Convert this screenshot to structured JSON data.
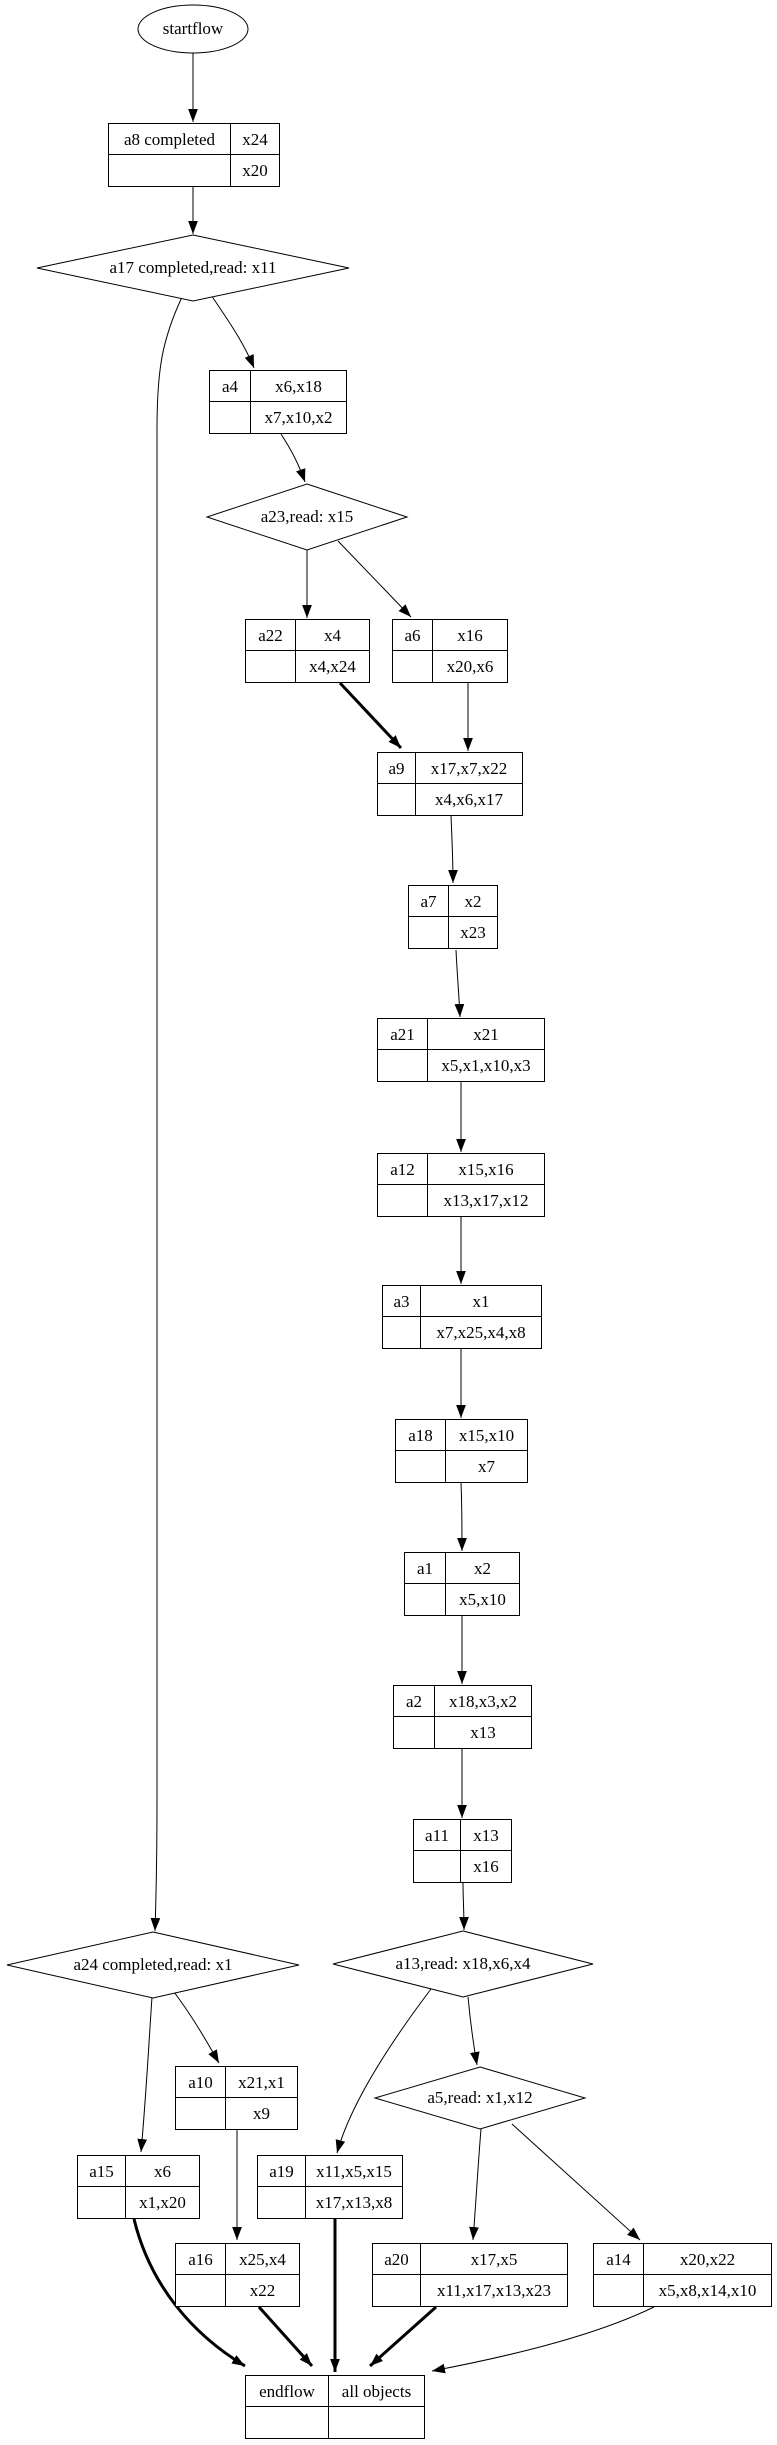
{
  "colors": {
    "stroke": "#000000",
    "fill": "#ffffff",
    "text": "#000000"
  },
  "start": {
    "label": "startflow"
  },
  "decisions": {
    "a17": "a17 completed,read: x11",
    "a23": "a23,read: x15",
    "a24": "a24 completed,read: x1",
    "a13": "a13,read: x18,x6,x4",
    "a5": "a5,read: x1,x12"
  },
  "records": {
    "a8": {
      "name": "a8 completed",
      "top": "x24",
      "bottom": "x20"
    },
    "a4": {
      "name": "a4",
      "top": "x6,x18",
      "bottom": "x7,x10,x2"
    },
    "a22": {
      "name": "a22",
      "top": "x4",
      "bottom": "x4,x24"
    },
    "a6": {
      "name": "a6",
      "top": "x16",
      "bottom": "x20,x6"
    },
    "a9": {
      "name": "a9",
      "top": "x17,x7,x22",
      "bottom": "x4,x6,x17"
    },
    "a7": {
      "name": "a7",
      "top": "x2",
      "bottom": "x23"
    },
    "a21": {
      "name": "a21",
      "top": "x21",
      "bottom": "x5,x1,x10,x3"
    },
    "a12": {
      "name": "a12",
      "top": "x15,x16",
      "bottom": "x13,x17,x12"
    },
    "a3": {
      "name": "a3",
      "top": "x1",
      "bottom": "x7,x25,x4,x8"
    },
    "a18": {
      "name": "a18",
      "top": "x15,x10",
      "bottom": "x7"
    },
    "a1": {
      "name": "a1",
      "top": "x2",
      "bottom": "x5,x10"
    },
    "a2": {
      "name": "a2",
      "top": "x18,x3,x2",
      "bottom": "x13"
    },
    "a11": {
      "name": "a11",
      "top": "x13",
      "bottom": "x16"
    },
    "a10": {
      "name": "a10",
      "top": "x21,x1",
      "bottom": "x9"
    },
    "a15": {
      "name": "a15",
      "top": "x6",
      "bottom": "x1,x20"
    },
    "a19": {
      "name": "a19",
      "top": "x11,x5,x15",
      "bottom": "x17,x13,x8"
    },
    "a16": {
      "name": "a16",
      "top": "x25,x4",
      "bottom": "x22"
    },
    "a20": {
      "name": "a20",
      "top": "x17,x5",
      "bottom": "x11,x17,x13,x23"
    },
    "a14": {
      "name": "a14",
      "top": "x20,x22",
      "bottom": "x5,x8,x14,x10"
    },
    "endflow": {
      "name": "endflow",
      "top": "all objects",
      "bottom": ""
    }
  },
  "edges": [
    {
      "from": "startflow",
      "to": "a8"
    },
    {
      "from": "a8",
      "to": "a17"
    },
    {
      "from": "a17",
      "to": "a4"
    },
    {
      "from": "a17",
      "to": "a24"
    },
    {
      "from": "a4",
      "to": "a23"
    },
    {
      "from": "a23",
      "to": "a22"
    },
    {
      "from": "a23",
      "to": "a6"
    },
    {
      "from": "a22",
      "to": "a9",
      "bold": true
    },
    {
      "from": "a6",
      "to": "a9"
    },
    {
      "from": "a9",
      "to": "a7"
    },
    {
      "from": "a7",
      "to": "a21"
    },
    {
      "from": "a21",
      "to": "a12"
    },
    {
      "from": "a12",
      "to": "a3"
    },
    {
      "from": "a3",
      "to": "a18"
    },
    {
      "from": "a18",
      "to": "a1"
    },
    {
      "from": "a1",
      "to": "a2"
    },
    {
      "from": "a2",
      "to": "a11"
    },
    {
      "from": "a11",
      "to": "a13"
    },
    {
      "from": "a13",
      "to": "a19"
    },
    {
      "from": "a13",
      "to": "a5"
    },
    {
      "from": "a24",
      "to": "a15"
    },
    {
      "from": "a24",
      "to": "a10"
    },
    {
      "from": "a10",
      "to": "a16"
    },
    {
      "from": "a15",
      "to": "endflow",
      "bold": true
    },
    {
      "from": "a16",
      "to": "endflow",
      "bold": true
    },
    {
      "from": "a19",
      "to": "endflow",
      "bold": true
    },
    {
      "from": "a5",
      "to": "a20"
    },
    {
      "from": "a5",
      "to": "a14"
    },
    {
      "from": "a20",
      "to": "endflow",
      "bold": true
    },
    {
      "from": "a14",
      "to": "endflow"
    }
  ]
}
